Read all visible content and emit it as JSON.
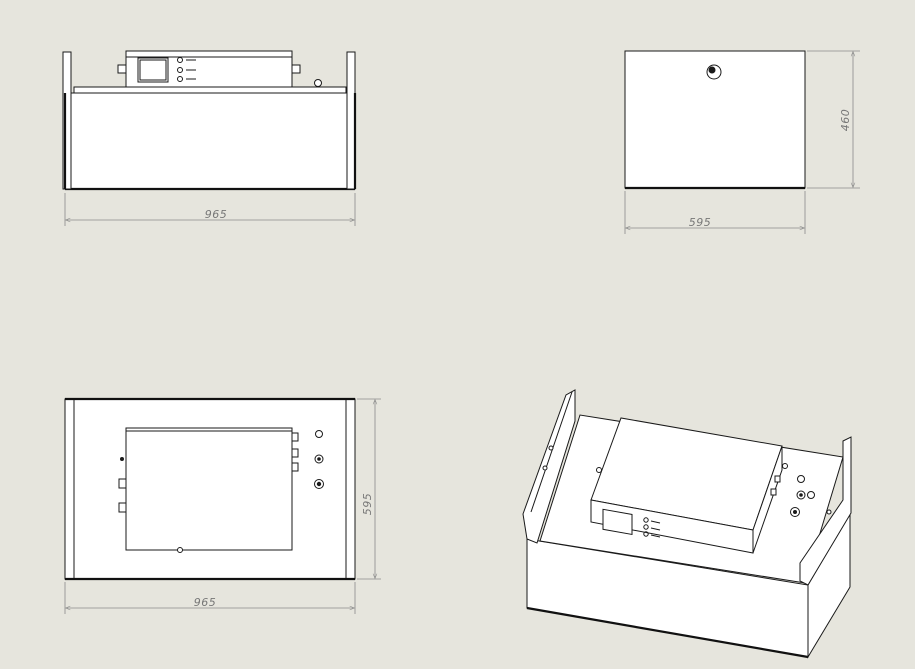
{
  "colors": {
    "background": "#e6e5dd",
    "line": "#1a1a1a",
    "dimension": "#8a8a8a"
  },
  "views": {
    "front": {
      "width_dim": "965"
    },
    "side": {
      "width_dim": "595",
      "height_dim": "460"
    },
    "top": {
      "width_dim": "965",
      "depth_dim": "595"
    },
    "iso": {}
  }
}
